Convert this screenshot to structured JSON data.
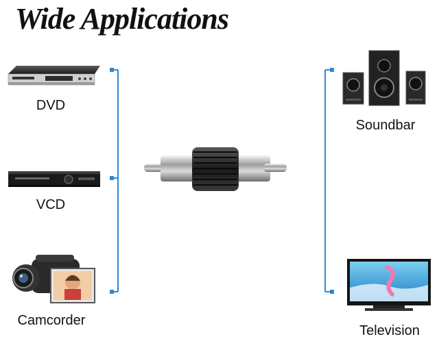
{
  "title": "Wide Applications",
  "left_devices": [
    {
      "label": "DVD",
      "icon": "dvd-player-icon"
    },
    {
      "label": "VCD",
      "icon": "vcd-player-icon"
    },
    {
      "label": "Camcorder",
      "icon": "camcorder-icon"
    }
  ],
  "right_devices": [
    {
      "label": "Soundbar",
      "icon": "speaker-system-icon"
    },
    {
      "label": "Television",
      "icon": "television-icon"
    }
  ],
  "center_product": {
    "icon": "rca-coupler-adapter-icon"
  },
  "colors": {
    "bracket": "#2a8ad8",
    "title": "#111111"
  }
}
